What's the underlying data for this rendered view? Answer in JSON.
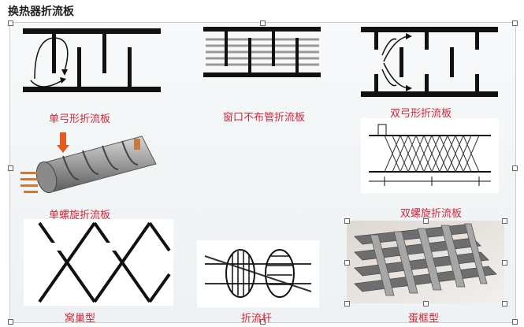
{
  "page_title": "换热器折流板",
  "labels": {
    "single_segmental": "单弓形折流板",
    "window_no_tube": "窗口不布管折流板",
    "double_segmental": "双弓形折流板",
    "single_helical": "单螺旋折流板",
    "double_helical": "双螺旋折流板",
    "honeycomb": "窝巢型",
    "rod_baffle": "折流杆",
    "egg_crate": "蛋框型"
  },
  "colors": {
    "label_red": "#d0263a",
    "baffle_black": "#111111",
    "tube_gray": "#b8b8b8",
    "arrow_orange": "#e35b1f"
  }
}
